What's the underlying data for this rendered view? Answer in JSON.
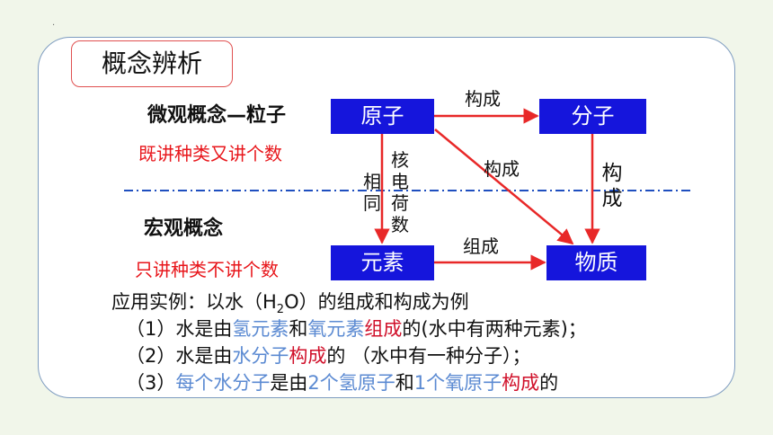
{
  "slide": {
    "title": "概念辨析",
    "corner_mark": "."
  },
  "diagram": {
    "micro_label": "微观概念—粒子",
    "micro_note": "既讲种类又讲个数",
    "macro_label": "宏观概念",
    "macro_note": "只讲种类不讲个数",
    "nodes": {
      "atom": "原子",
      "molecule": "分子",
      "element": "元素",
      "substance": "物质"
    },
    "edges": {
      "atom_to_molecule": "构成",
      "atom_to_substance": "构成",
      "molecule_to_substance": [
        "构",
        "成"
      ],
      "element_to_substance": "组成",
      "atom_to_element_left": [
        "相",
        "同"
      ],
      "atom_to_element_right": [
        "核",
        "电",
        "荷",
        "数"
      ]
    },
    "colors": {
      "node_fill": "#1515dc",
      "arrow": "#e82828",
      "divider": "#1f4fbf"
    }
  },
  "examples": {
    "intro_prefix": "应用实例：以水（H",
    "intro_sub": "2",
    "intro_suffix": "O）的组成和构成为例",
    "line1": {
      "p1": "（1）水是由",
      "p2": "氢元素",
      "p3": "和",
      "p4": "氧元素",
      "p5": "组成",
      "p6": "的(水中有两种元素)；"
    },
    "line2": {
      "p1": "（2）水是由",
      "p2": "水分子",
      "p3": "构成",
      "p4": "的 （水中有一种分子）；"
    },
    "line3": {
      "p1": "（3）",
      "p2": "每个水分子",
      "p3": "是由",
      "p4": "2个氢原子",
      "p5": "和",
      "p6": "1个氧原子",
      "p7": "构成",
      "p8": "的"
    }
  }
}
